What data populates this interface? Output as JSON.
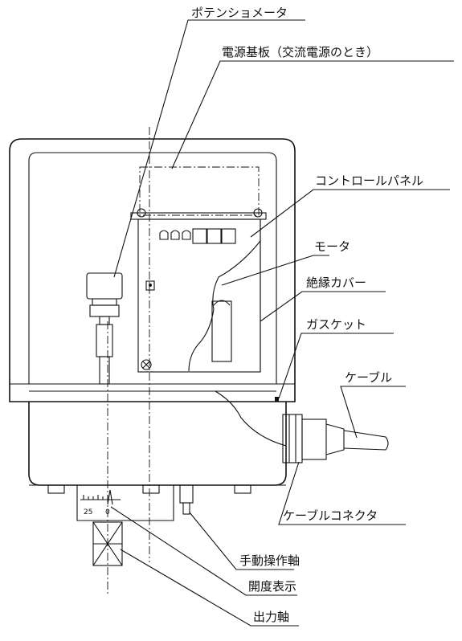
{
  "labels": {
    "potentiometer": "ポテンショメータ",
    "power_board": "電源基板（交流電源のとき）",
    "control_panel": "コントロールパネル",
    "motor": "モータ",
    "insulation_cover": "絶縁カバー",
    "gasket": "ガスケット",
    "cable": "ケーブル",
    "cable_connector": "ケーブルコネクタ",
    "manual_shaft": "手動操作軸",
    "opening_indicator": "開度表示",
    "output_shaft": "出力軸"
  },
  "scale": {
    "left_value": "25",
    "right_value": "0"
  }
}
